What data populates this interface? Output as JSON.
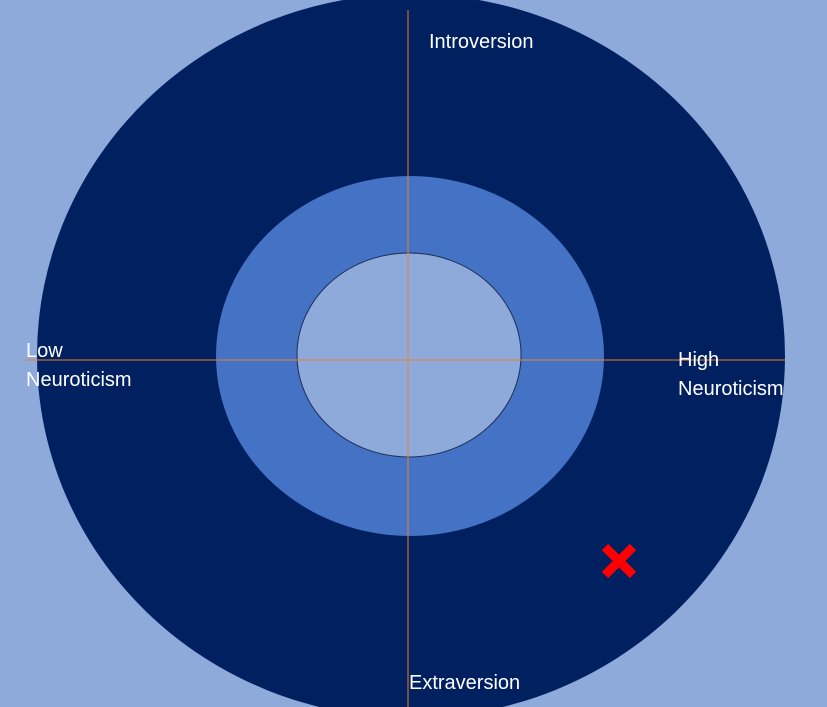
{
  "diagram": {
    "labels": {
      "top": "Introversion",
      "bottom": "Extraversion",
      "left_line1": "Low",
      "left_line2": "Neuroticism",
      "right_line1": "High",
      "right_line2": "Neuroticism"
    },
    "marker": {
      "symbol": "✖",
      "icon": "x-mark-icon",
      "color": "#ff0000"
    },
    "colors": {
      "background": "#8eaadb",
      "outer_ring": "#002060",
      "middle_ring": "#4472c4",
      "inner_core": "#8eaadb",
      "axis_lines": "#ed7d31",
      "text": "#ffffff"
    }
  }
}
